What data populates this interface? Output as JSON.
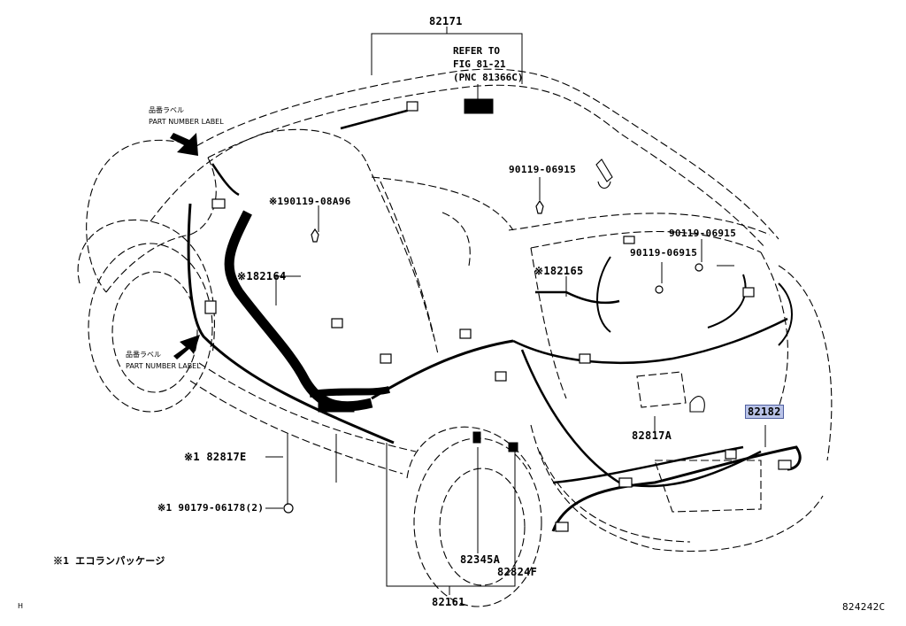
{
  "labels": {
    "p82171": "82171",
    "refer1": "REFER TO",
    "refer2": "FIG 81-21",
    "refer3": "(PNC 81366C)",
    "pnlJp1": "品番ラベル",
    "pnlEn1": "PART NUMBER LABEL",
    "pnlJp2": "品番ラベル",
    "pnlEn2": "PART NUMBER LABEL",
    "p90119a": "※190119-08A96",
    "p82164": "※182164",
    "p90119b": "90119-06915",
    "p82165": "※182165",
    "p90119c": "90119-06915",
    "p90119d": "90119-06915",
    "p82182": "82182",
    "p82817A": "82817A",
    "p82817E": "※1 82817E",
    "p90179": "※1 90179-06178(2)",
    "note1": "※1 エコランパッケージ",
    "p82345A": "82345A",
    "p82824F": "82824F",
    "p82161": "82161",
    "cornerL": "H",
    "cornerR": "824242C"
  },
  "colors": {
    "highlight": "#b9c3e8",
    "line": "#000000"
  }
}
